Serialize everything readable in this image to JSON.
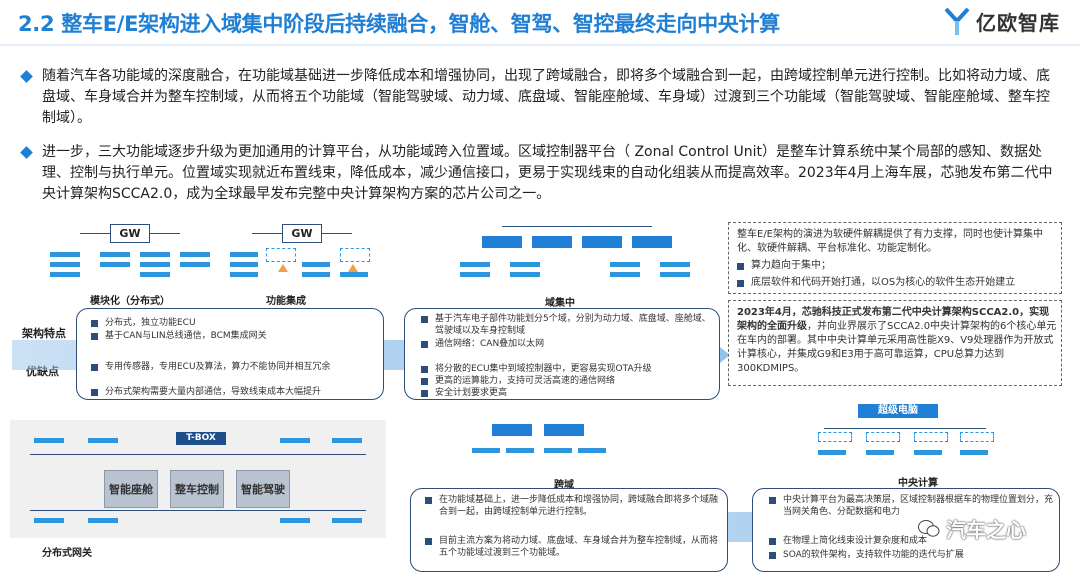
{
  "header": {
    "title": "2.2 整车E/E架构进入域集中阶段后持续融合，智舱、智驾、智控最终走向中央计算",
    "logo_text": "亿欧智库"
  },
  "paragraphs": [
    "随着汽车各功能域的深度融合，在功能域基础进一步降低成本和增强协同，出现了跨域融合，即将多个域融合到一起，由跨域控制单元进行控制。比如将动力域、底盘域、车身域合并为整车控制域，从而将五个功能域（智能驾驶域、动力域、底盘域、智能座舱域、车身域）过渡到三个功能域（智能驾驶域、智能座舱域、整车控制域）。",
    "进一步，三大功能域逐步升级为更加通用的计算平台，从功能域跨入位置域。区域控制器平台（ Zonal Control Unit）是整车计算系统中某个局部的感知、数据处理、控制与执行单元。位置域实现就近布置线束，降低成本，减少通信接口，更易于实现线束的自动化组装从而提高效率。2023年4月上海车展，芯驰发布第二代中央计算架构SCCA2.0，成为全球最早发布完整中央计算架构方案的芯片公司之一。"
  ],
  "diagram": {
    "gw1": "GW",
    "gw2": "GW",
    "stage1_label": "模块化（分布式）",
    "stage2_label": "功能集成",
    "stage3_label": "域集中",
    "stage4_label": "跨域",
    "stage5_label": "中央计算",
    "super_brain": "超级电脑",
    "row_label_features": "架构特点",
    "row_label_pros_cons": "优缺点",
    "left_box": {
      "features": [
        "分布式，独立功能ECU",
        "基于CAN与LIN总线通信，BCM集成网关"
      ],
      "pros_cons": [
        "专用传感器，专用ECU及算法，算力不能协同并相互冗余",
        "分布式架构需要大量内部通信，导致线束成本大幅提升"
      ]
    },
    "mid_box": {
      "features": [
        "基于汽车电子部件功能划分5个域，分别为动力域、底盘域、座舱域、驾驶域以及车身控制域",
        "通信网络：CAN叠加以太网"
      ],
      "pros_cons": [
        "将分散的ECU集中到域控制器中，更容易实现OTA升级",
        "更高的运算能力，支持可灵活高速的通信网络",
        "安全计划要求更高"
      ]
    },
    "right_dashed_top": {
      "intro": "整车E/E架构的演进为软硬件解耦提供了有力支撑，同时也使计算集中化、软硬件解耦、平台标准化、功能定制化。",
      "bullets": [
        "算力趋向于集中；",
        "底层软件和代码开始打通，以OS为核心的软件生态开始建立"
      ]
    },
    "right_dashed_bottom": {
      "bold": "2023年4月，芯驰科技正式发布第二代中央计算架构SCCA2.0，实现架构的全面升级",
      "rest": "，并向业界展示了SCCA2.0中央计算架构的6个核心单元在车内的部署。其中中央计算单元采用高性能X9、V9处理器作为开放式计算核心，并集成G9和E3用于高可靠运算，CPU总算力达到300KDMIPS。"
    },
    "tbox_panel": {
      "tbox": "T-BOX",
      "d1": "智能座舱",
      "d2": "整车控制",
      "d3": "智能驾驶",
      "caption": "分布式网关"
    },
    "cross_box": [
      "在功能域基础上，进一步降低成本和增强协同，跨域融合即将多个域融合到一起，由跨域控制单元进行控制。",
      "目前主流方案为将动力域、底盘域、车身域合并为整车控制域，从而将五个功能域过渡到三个功能域。"
    ],
    "central_box": [
      "中央计算平台为最高决策层，区域控制器根据车的物理位置划分，充当网关角色、分配数据和电力",
      "在物理上简化线束设计复杂度和成本",
      "SOA的软件架构，支持软件功能的迭代与扩展"
    ],
    "watermark": "汽车之心"
  }
}
